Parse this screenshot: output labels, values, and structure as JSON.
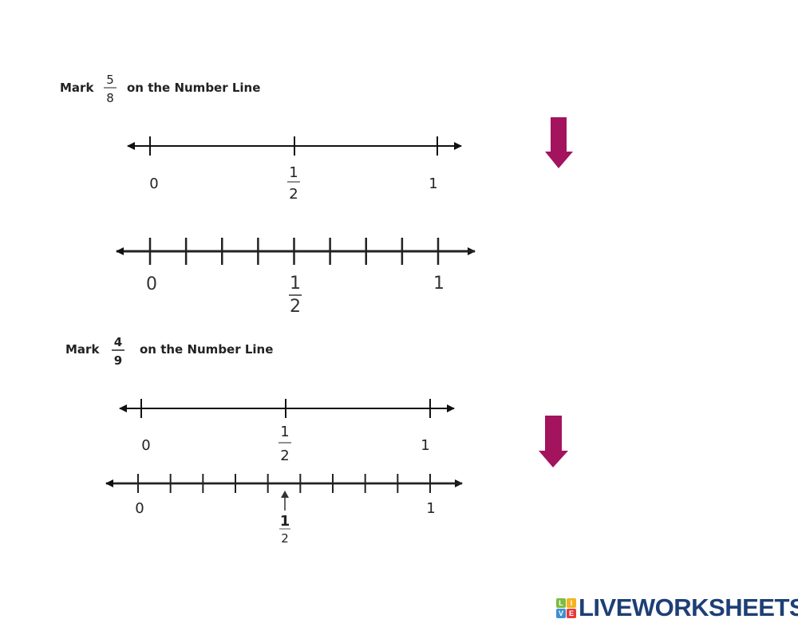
{
  "problems": [
    {
      "prefix": "Mark",
      "fraction": {
        "numerator": "5",
        "denominator": "8"
      },
      "suffix": "on the Number Line",
      "halves_line": {
        "labels": {
          "zero": "0",
          "half_num": "1",
          "half_den": "2",
          "one": "1"
        }
      },
      "subdivided_line": {
        "divisions": 8,
        "labels": {
          "zero": "0",
          "half_num": "1",
          "half_den": "2",
          "one": "1"
        }
      }
    },
    {
      "prefix": "Mark",
      "fraction": {
        "numerator": "4",
        "denominator": "9"
      },
      "suffix": "on the Number Line",
      "halves_line": {
        "labels": {
          "zero": "0",
          "half_num": "1",
          "half_den": "2",
          "one": "1"
        }
      },
      "subdivided_line": {
        "divisions": 9,
        "labels": {
          "zero": "0",
          "half_num": "1",
          "half_den": "2",
          "one": "1"
        }
      }
    }
  ],
  "colors": {
    "arrow": "#a3135e",
    "logo_text": "#1d3f75"
  },
  "icons": {
    "hint_arrow": "down-arrow-icon"
  },
  "logo": {
    "text": "LIVEWORKSHEETS",
    "tiles": [
      "L",
      "I",
      "V",
      "E"
    ]
  }
}
